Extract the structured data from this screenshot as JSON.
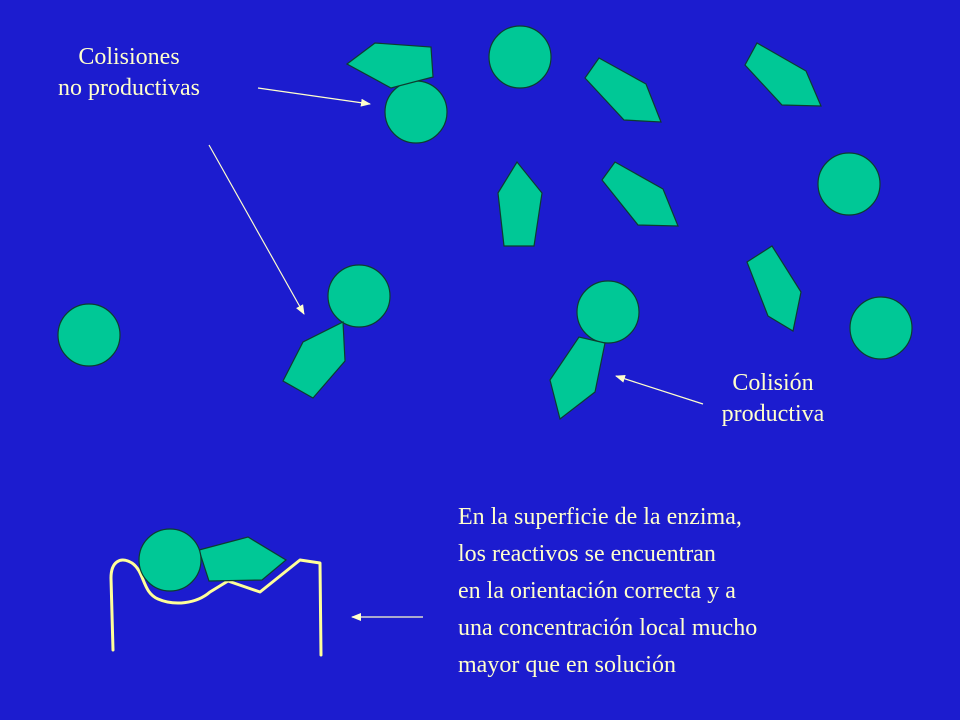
{
  "labels": {
    "non_productive": [
      "Colisiones",
      "no productivas"
    ],
    "productive": [
      "Colisión",
      "productiva"
    ],
    "enzyme_note": [
      "En la superficie de la enzima,",
      "los reactivos se encuentran",
      "en la orientación correcta y a",
      "una concentración local mucho",
      "mayor que en solución"
    ]
  },
  "colors": {
    "background": "#1c1ccf",
    "molecule_fill": "#00c896",
    "molecule_stroke": "#0d3d2e",
    "text": "#ffffcc",
    "arrow": "#ffffcc",
    "enzyme_outline": "#ffff99"
  }
}
